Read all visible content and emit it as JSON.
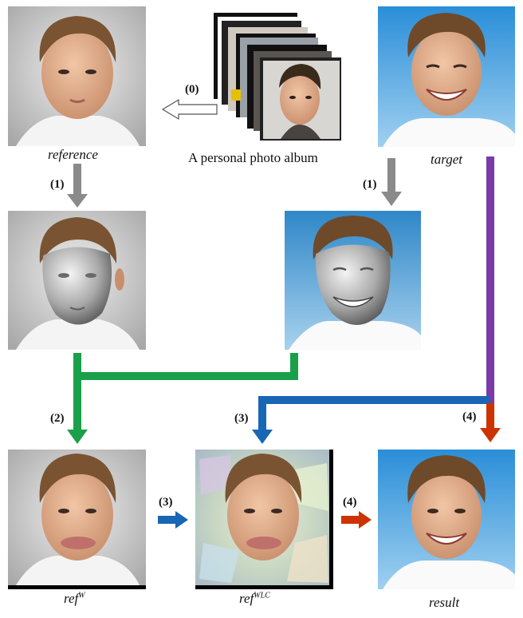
{
  "labels": {
    "reference": "reference",
    "album": "A personal photo album",
    "target": "target",
    "ref_w_base": "ref",
    "ref_w_sup": "W",
    "ref_wlc_base": "ref",
    "ref_wlc_sup": "WLC",
    "result": "result"
  },
  "steps": {
    "s0": "(0)",
    "s1a": "(1)",
    "s1b": "(1)",
    "s2": "(2)",
    "s3a": "(3)",
    "s3b": "(3)",
    "s4a": "(4)",
    "s4b": "(4)"
  },
  "images": {
    "reference": "reference-face-photo",
    "album": "photo-album-stack",
    "target": "target-smiling-face-photo",
    "ref_mesh": "reference-with-3d-face-mesh",
    "target_mesh": "target-with-3d-face-mesh",
    "ref_w": "warped-reference-photo",
    "ref_wlc": "warped-lighting-corrected-photo",
    "result": "result-face-photo"
  },
  "colors": {
    "step0": "#ffffff",
    "step1": "#8a8a8a",
    "step2": "#1aa04a",
    "step3": "#1866b4",
    "step4": "#cc3300",
    "purple": "#7a3aa8"
  }
}
